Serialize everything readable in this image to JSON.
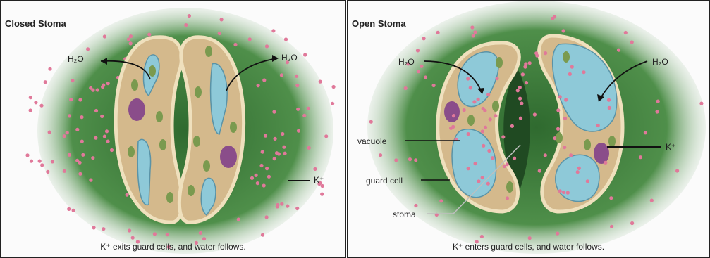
{
  "closed_panel": {
    "title": "Closed Stoma",
    "caption": "K⁺ exits guard cells, and water follows.",
    "labels": {
      "water_left": "H₂O",
      "water_right": "H₂O",
      "potassium": "K⁺"
    }
  },
  "open_panel": {
    "title": "Open Stoma",
    "caption": "K⁺ enters guard cells, and water follows.",
    "labels": {
      "water_left": "H₂O",
      "water_right": "H₂O",
      "potassium": "K⁺",
      "vacuole": "vacuole",
      "guard_cell": "guard cell",
      "stoma": "stoma"
    }
  },
  "colors": {
    "leaf_green": "#3f7d3c",
    "cell_fill": "#d4b98c",
    "cell_border": "#e9d9b3",
    "vacuole": "#8ec9d8",
    "ion_dot": "#e0799a",
    "nucleus": "#8a4d8a",
    "chloroplast": "#7a9a4f"
  }
}
